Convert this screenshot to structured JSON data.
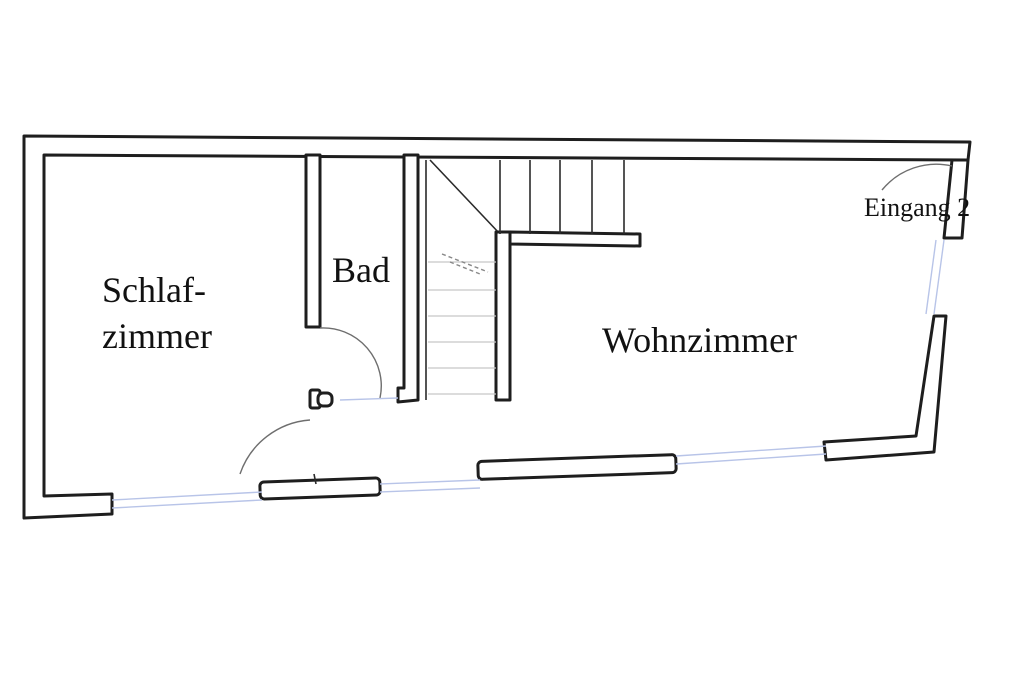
{
  "rooms": {
    "schlafzimmer_line1": "Schlaf-",
    "schlafzimmer_line2": "zimmer",
    "bad": "Bad",
    "wohnzimmer": "Wohnzimmer"
  },
  "entrance": {
    "label": "Eingang 2"
  }
}
